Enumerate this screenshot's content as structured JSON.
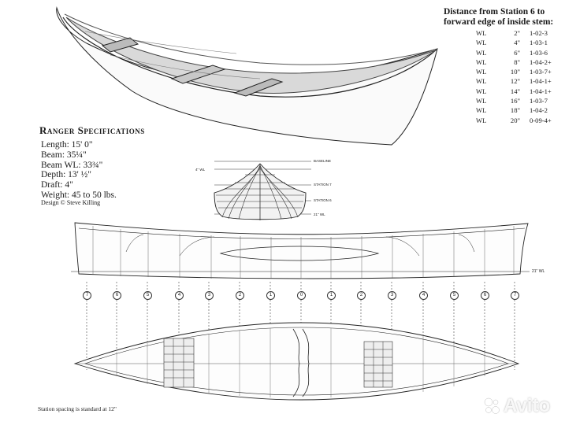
{
  "specs": {
    "title": "Ranger Specifications",
    "lines": [
      "Length: 15' 0\"",
      "Beam: 35¼\"",
      "Beam WL: 33¾\"",
      "Depth: 13' ½\"",
      "Draft: 4\"",
      "Weight: 45 to 50 lbs."
    ],
    "credit": "Design © Steve Killing"
  },
  "distance_table": {
    "title_lines": [
      "Distance from Station 6 to",
      "forward edge of inside stem:"
    ],
    "rows": [
      {
        "wl": "WL",
        "depth": "2\"",
        "value": "1-02-3"
      },
      {
        "wl": "WL",
        "depth": "4\"",
        "value": "1-03-1"
      },
      {
        "wl": "WL",
        "depth": "6\"",
        "value": "1-03-6"
      },
      {
        "wl": "WL",
        "depth": "8\"",
        "value": "1-04-2+"
      },
      {
        "wl": "WL",
        "depth": "10\"",
        "value": "1-03-7+"
      },
      {
        "wl": "WL",
        "depth": "12\"",
        "value": "1-04-1+"
      },
      {
        "wl": "WL",
        "depth": "14\"",
        "value": "1-04-1+"
      },
      {
        "wl": "WL",
        "depth": "16\"",
        "value": "1-03-7"
      },
      {
        "wl": "WL",
        "depth": "18\"",
        "value": "1-04-2"
      },
      {
        "wl": "WL",
        "depth": "20\"",
        "value": "0-09-4+"
      }
    ]
  },
  "body_plan": {
    "baseline_label": "BASELINE",
    "station7_label": "STATION 7",
    "station6_label": "STATION 6",
    "wl4_label": "4\" WL",
    "wl21_label": "21\" WL"
  },
  "profile": {
    "wl_label": "21\" WL"
  },
  "stations": [
    "7",
    "6",
    "5",
    "4",
    "3",
    "2",
    "1",
    "0",
    "1",
    "2",
    "3",
    "4",
    "5",
    "6",
    "7"
  ],
  "footer": {
    "station_note": "Station spacing is standard at 12\""
  },
  "watermark": {
    "text": "Avito"
  }
}
